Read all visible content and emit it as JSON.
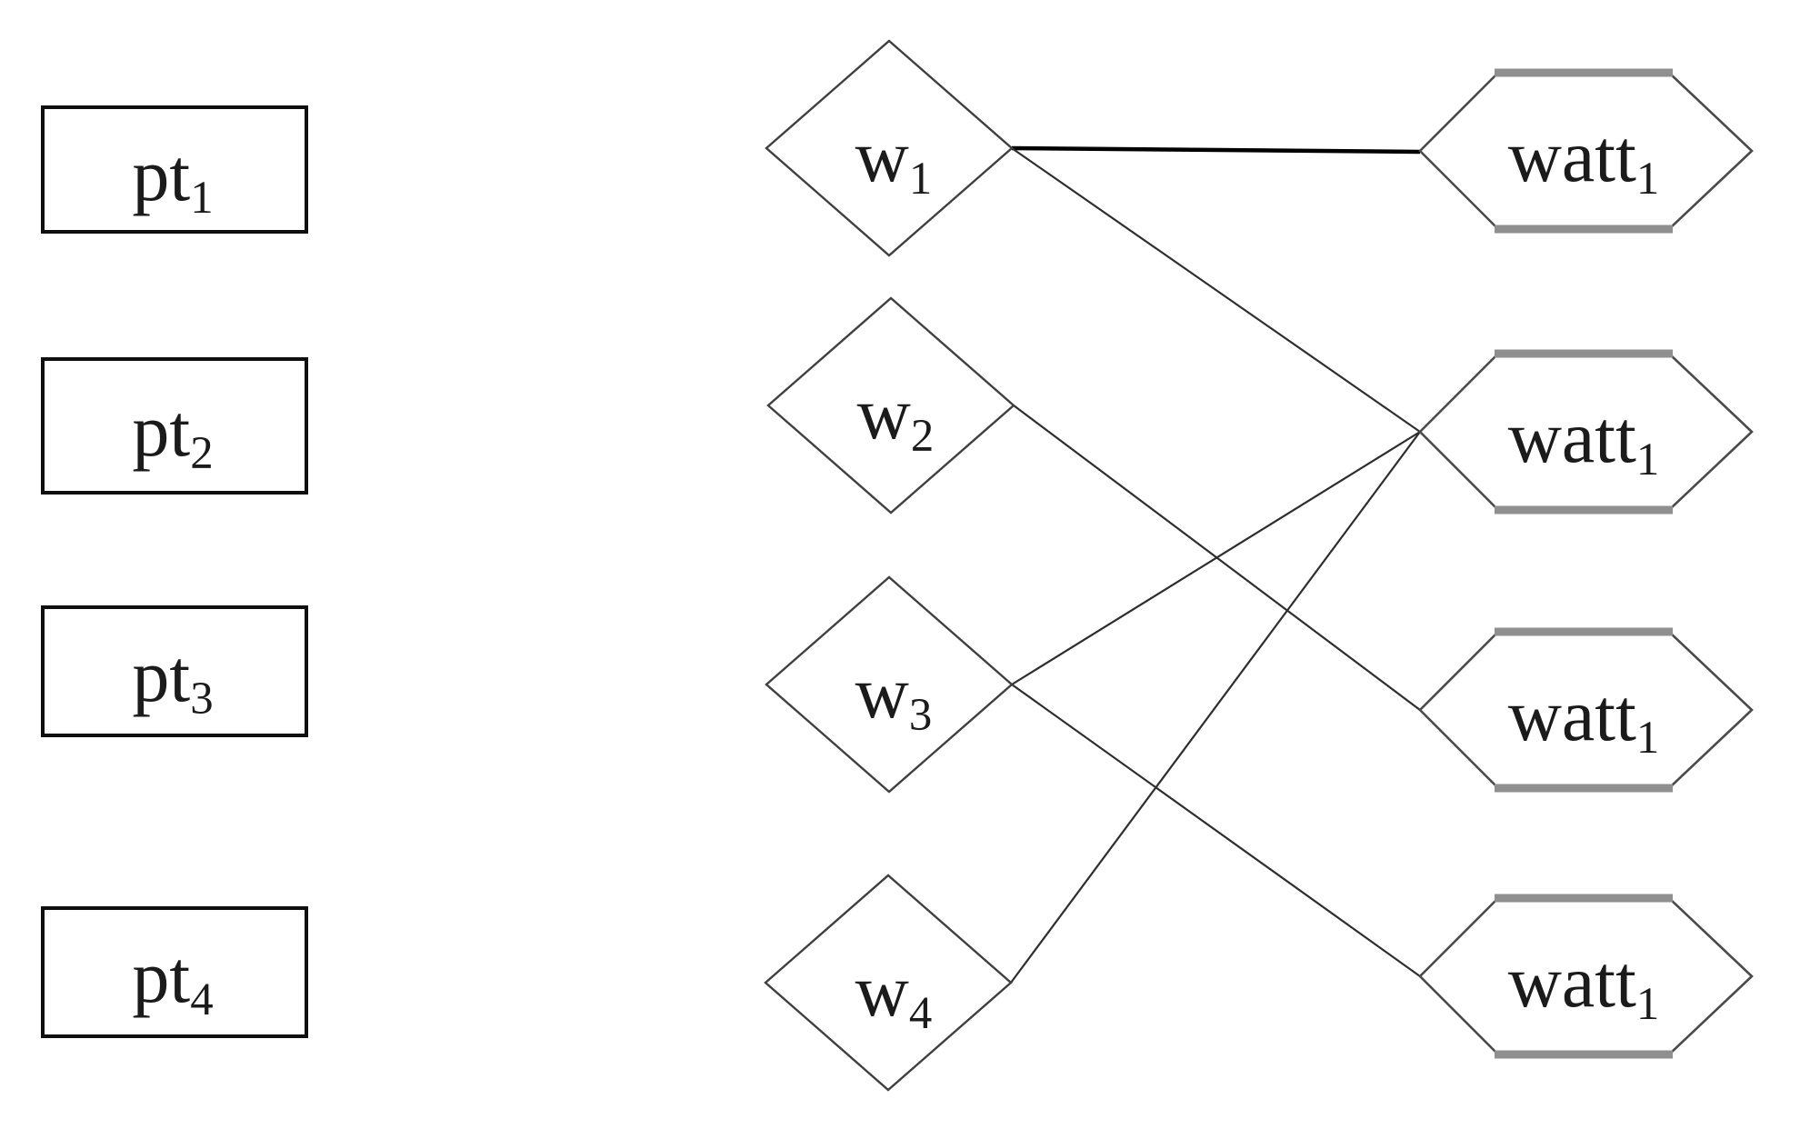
{
  "title": "Matching diagram with rectangle, diamond and hexagon nodes",
  "colors": {
    "background": "#ffffff",
    "node_fill": "#ffffff",
    "rect_border": "#0f0f0f",
    "diamond_border": "#3f3f3f",
    "hex_side_border": "#4a4a4a",
    "hex_cap_border": "#8f8f8f",
    "edge_line": "#2e2e2e",
    "edge_bold": "#000000",
    "text": "#1b1b1b"
  },
  "diagram": {
    "left_nodes": [
      {
        "id": "pt1",
        "base": "pt",
        "sub": "1"
      },
      {
        "id": "pt2",
        "base": "pt",
        "sub": "2"
      },
      {
        "id": "pt3",
        "base": "pt",
        "sub": "3"
      },
      {
        "id": "pt4",
        "base": "pt",
        "sub": "4"
      }
    ],
    "middle_nodes": [
      {
        "id": "w1",
        "base": "w",
        "sub": "1"
      },
      {
        "id": "w2",
        "base": "w",
        "sub": "2"
      },
      {
        "id": "w3",
        "base": "w",
        "sub": "3"
      },
      {
        "id": "w4",
        "base": "w",
        "sub": "4"
      }
    ],
    "right_nodes": [
      {
        "id": "watt-a",
        "base": "watt",
        "sub": "1"
      },
      {
        "id": "watt-b",
        "base": "watt",
        "sub": "1"
      },
      {
        "id": "watt-c",
        "base": "watt",
        "sub": "1"
      },
      {
        "id": "watt-d",
        "base": "watt",
        "sub": "1"
      }
    ],
    "edges": [
      {
        "from": "w1",
        "to": "watt-a",
        "style": "bold"
      },
      {
        "from": "w1",
        "to": "watt-b",
        "style": "thin"
      },
      {
        "from": "w2",
        "to": "watt-c",
        "style": "thin"
      },
      {
        "from": "w3",
        "to": "watt-b",
        "style": "thin"
      },
      {
        "from": "w3",
        "to": "watt-d",
        "style": "thin"
      },
      {
        "from": "w4",
        "to": "watt-b",
        "style": "thin"
      }
    ]
  }
}
